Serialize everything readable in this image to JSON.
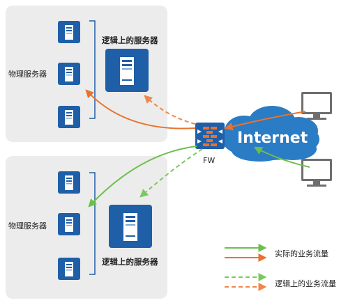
{
  "groups": [
    {
      "physical_label": "物理服务器",
      "logical_label": "逻辑上的服务器"
    },
    {
      "physical_label": "物理服务器",
      "logical_label": "逻辑上的服务器"
    }
  ],
  "firewall": {
    "label": "FW"
  },
  "internet": {
    "label": "Internet"
  },
  "legend": {
    "actual_label": "实际的业务流量",
    "logical_label": "逻辑上的业务流量"
  },
  "colors": {
    "server_blue": "#1f5fa8",
    "actual_orange": "#e9722e",
    "actual_green": "#6cbf4a",
    "logical_orange": "#f0864a",
    "logical_green": "#7cc860",
    "cloud_blue": "#2a7cc4",
    "group_bg": "#ececec"
  }
}
